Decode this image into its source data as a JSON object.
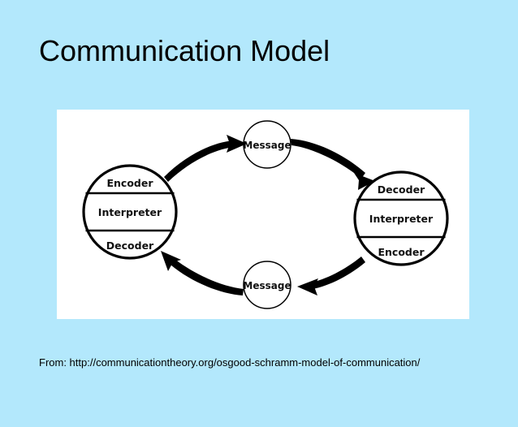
{
  "slide": {
    "background_color": "#b3e8fc",
    "title": "Communication Model",
    "source_caption": "From: http://communicationtheory.org/osgood-schramm-model-of-communication/"
  },
  "diagram": {
    "name": "osgood-schramm-model-of-communication",
    "panel_background": "#ffffff",
    "stroke_color": "#000000",
    "left_participant": {
      "id": "left-participant",
      "sections": [
        {
          "id": "left-encoder",
          "label": "Encoder"
        },
        {
          "id": "left-interpreter",
          "label": "Interpreter"
        },
        {
          "id": "left-decoder",
          "label": "Decoder"
        }
      ]
    },
    "right_participant": {
      "id": "right-participant",
      "sections": [
        {
          "id": "right-decoder",
          "label": "Decoder"
        },
        {
          "id": "right-interpreter",
          "label": "Interpreter"
        },
        {
          "id": "right-encoder",
          "label": "Encoder"
        }
      ]
    },
    "messages": [
      {
        "id": "message-top",
        "label": "Message"
      },
      {
        "id": "message-bottom",
        "label": "Message"
      }
    ],
    "arrows": [
      {
        "id": "arrow-left-to-top-message",
        "from": "left-participant",
        "to": "message-top"
      },
      {
        "id": "arrow-top-message-to-right",
        "from": "message-top",
        "to": "right-participant"
      },
      {
        "id": "arrow-right-to-bottom-message",
        "from": "right-participant",
        "to": "message-bottom"
      },
      {
        "id": "arrow-bottom-message-to-left",
        "from": "message-bottom",
        "to": "left-participant"
      }
    ]
  }
}
